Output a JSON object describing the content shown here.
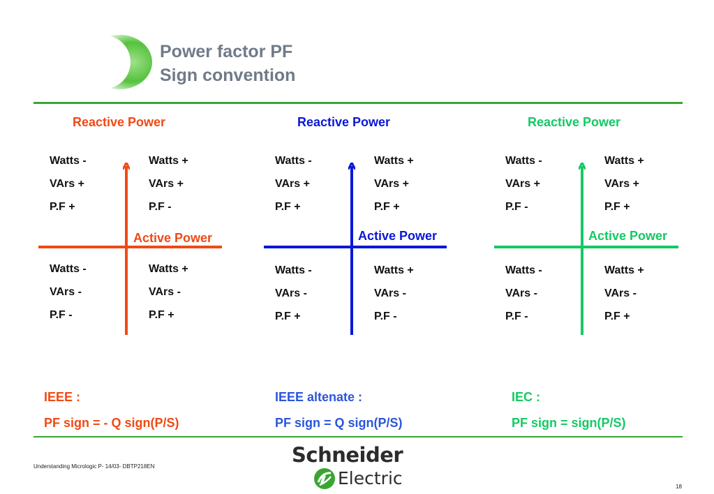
{
  "header": {
    "title_line1": "Power factor PF",
    "title_line2": "Sign convention"
  },
  "colors": {
    "accent_green": "#3aa534",
    "ieee": "#f04a14",
    "ieee_alternate": "#0a17d8",
    "iec": "#15c964",
    "title_grey": "#6f7b88"
  },
  "diagrams": [
    {
      "reactive_label": "Reactive  Power",
      "active_label": "Active Power",
      "q1": [
        "Watts -",
        "VArs +",
        "P.F +"
      ],
      "q2": [
        "Watts +",
        "VArs +",
        "P.F -"
      ],
      "q3": [
        "Watts -",
        "VArs -",
        "P.F -"
      ],
      "q4": [
        "Watts +",
        "VArs -",
        "P.F +"
      ],
      "standard": "IEEE :",
      "formula": "PF sign = - Q sign(P/S)"
    },
    {
      "reactive_label": "Reactive  Power",
      "active_label": "Active Power",
      "q1": [
        "Watts -",
        "VArs +",
        "P.F +"
      ],
      "q2": [
        "Watts +",
        "VArs +",
        "P.F +"
      ],
      "q3": [
        "Watts -",
        "VArs -",
        "P.F +"
      ],
      "q4": [
        "Watts +",
        "VArs -",
        "P.F -"
      ],
      "standard": "IEEE altenate :",
      "formula": "PF sign = Q sign(P/S)"
    },
    {
      "reactive_label": "Reactive  Power",
      "active_label": "Active Power",
      "q1": [
        "Watts -",
        "VArs +",
        "P.F -"
      ],
      "q2": [
        "Watts +",
        "VArs +",
        "P.F +"
      ],
      "q3": [
        "Watts -",
        "VArs -",
        "P.F -"
      ],
      "q4": [
        "Watts +",
        "VArs -",
        "P.F +"
      ],
      "standard": "IEC :",
      "formula": "PF sign = sign(P/S)"
    }
  ],
  "logo": {
    "line1": "Schneider",
    "line2": "Electric"
  },
  "footer": {
    "text": "Understanding Micrologic P- 14/03- DBTP218EN",
    "page": "18"
  }
}
